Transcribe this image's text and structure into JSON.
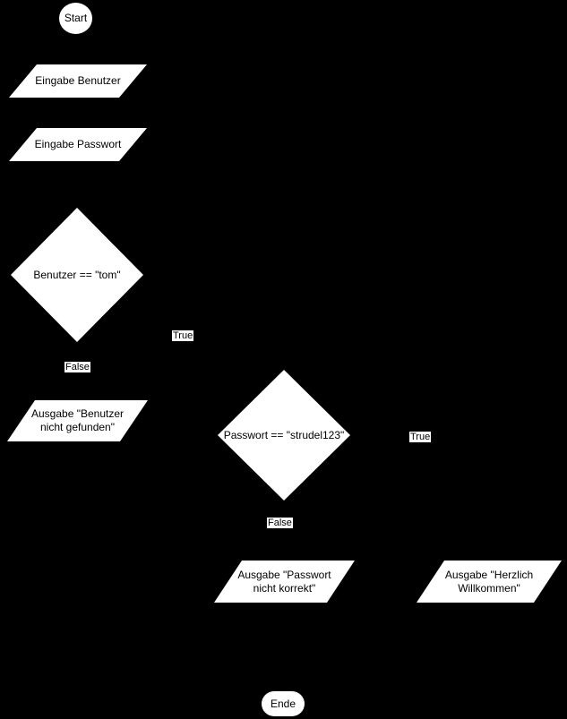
{
  "canvas": {
    "background": "#000000",
    "shape_fill": "#ffffff",
    "text_color": "#000000"
  },
  "flowchart": {
    "nodes": {
      "start": {
        "type": "terminator",
        "label": "Start"
      },
      "input_user": {
        "type": "io",
        "label": "Eingabe Benutzer"
      },
      "input_password": {
        "type": "io",
        "label": "Eingabe Passwort"
      },
      "check_user": {
        "type": "decision",
        "label": "Benutzer == \"tom\""
      },
      "output_user_not_found": {
        "type": "io",
        "label": "Ausgabe \"Benutzer\nnicht gefunden\""
      },
      "check_password": {
        "type": "decision",
        "label": "Passwort == \"strudel123\""
      },
      "output_password_incorrect": {
        "type": "io",
        "label": "Ausgabe \"Passwort\nnicht korrekt\""
      },
      "output_welcome": {
        "type": "io",
        "label": "Ausgabe \"Herzlich\nWillkommen\""
      },
      "end": {
        "type": "terminator",
        "label": "Ende"
      }
    },
    "edge_labels": {
      "user_true": "True",
      "user_false": "False",
      "password_true": "True",
      "password_false": "False"
    }
  }
}
